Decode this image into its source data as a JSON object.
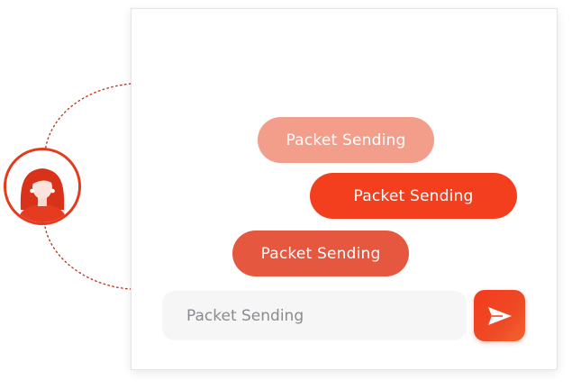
{
  "messages": [
    {
      "text": "Packet Sending"
    },
    {
      "text": "Packet Sending"
    },
    {
      "text": "Packet Sending"
    }
  ],
  "composer": {
    "text": "Packet Sending"
  },
  "icons": {
    "avatar": "user-avatar-icon",
    "send": "send-paper-plane-icon"
  },
  "colors": {
    "accent": "#f43f1f",
    "bubble_faded": "#f29e8b",
    "bubble_mid": "#e65740"
  }
}
